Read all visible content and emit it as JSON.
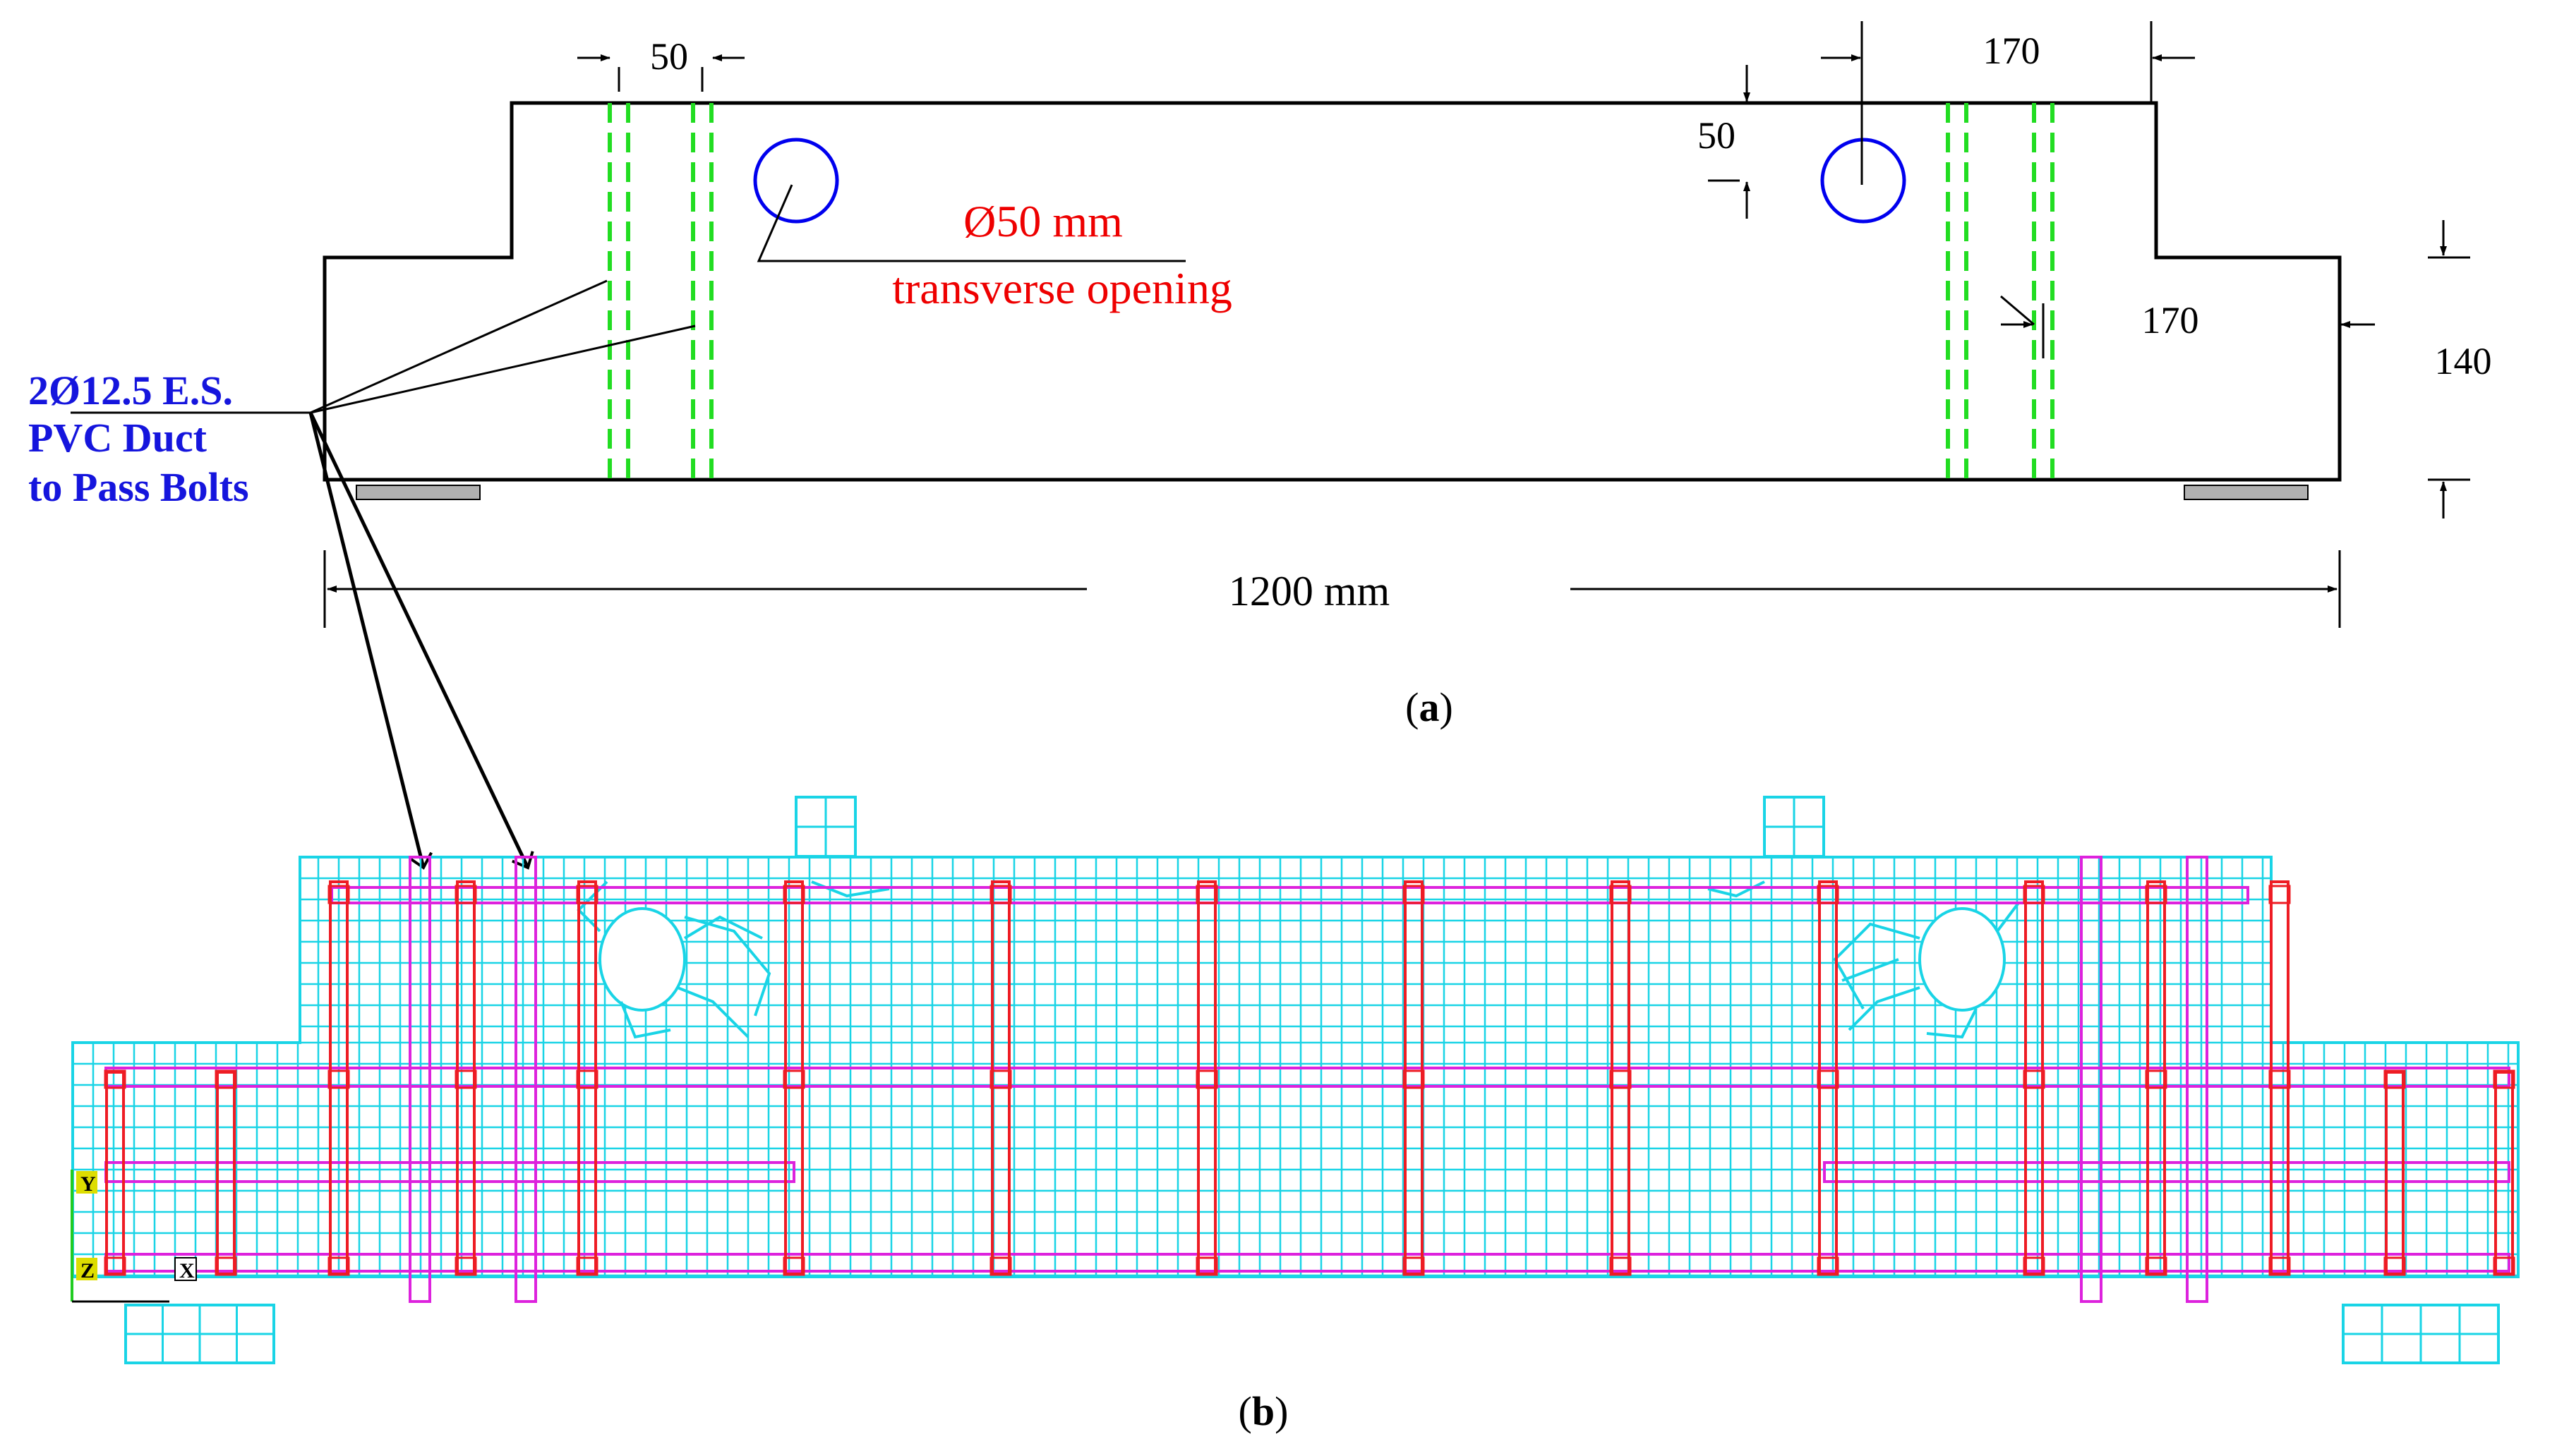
{
  "panel_a": {
    "label_open": "(",
    "label_letter": "a",
    "label_close": ")",
    "dim_top_left": "50",
    "dim_top_right": "170",
    "dim_hole_offset": "50",
    "dim_stirrup_spacing": "170",
    "dim_height": "140",
    "dim_span": "1200 mm",
    "opening_label_1": "Ø50 mm",
    "opening_label_2": "transverse opening",
    "rebar_label_1": "2Ø12.5 E.S.",
    "rebar_label_2": "PVC Duct",
    "rebar_label_3": "to Pass Bolts"
  },
  "panel_b": {
    "label_open": "(",
    "label_letter": "b",
    "label_close": ")",
    "axis_y": "Y",
    "axis_z": "Z",
    "axis_x": "X"
  },
  "colors": {
    "outline": "#000000",
    "duct_green": "#22dd22",
    "opening_blue": "#0000ee",
    "label_red": "#ee0000",
    "label_blue": "#1515dd",
    "mesh_cyan": "#19d4e6",
    "stirrup_red": "#ee1c24",
    "bar_magenta": "#dd22dd",
    "bearing_grey": "#b0b0b0"
  }
}
